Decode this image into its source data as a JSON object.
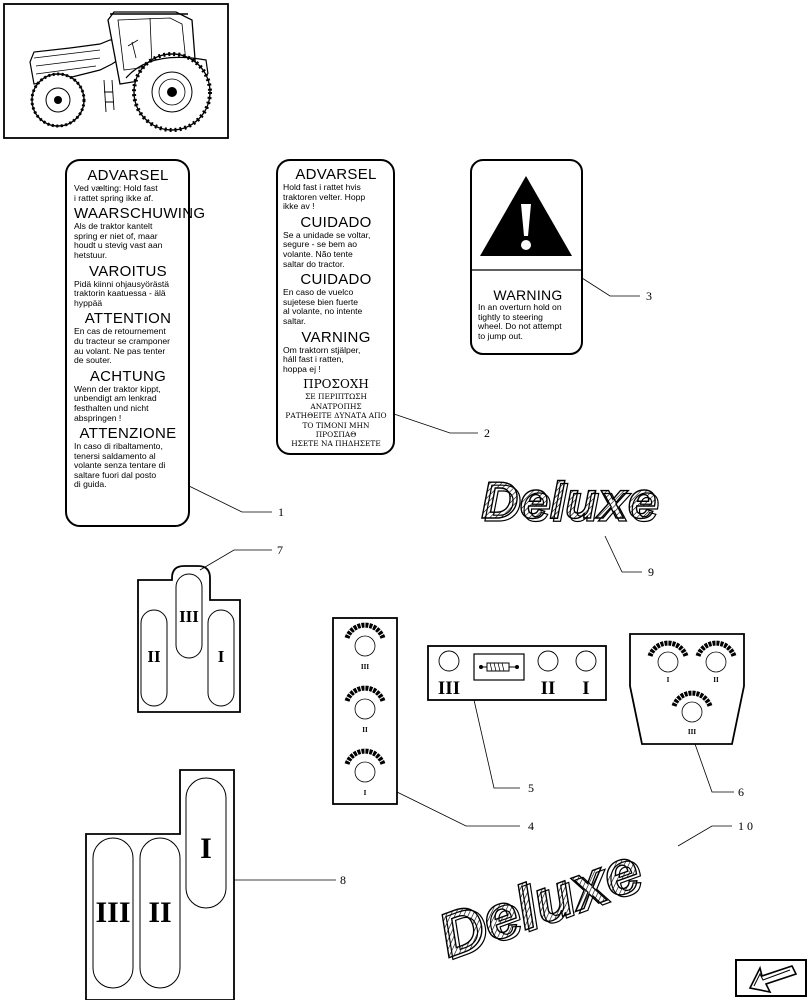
{
  "decal_1": {
    "blocks": [
      {
        "heading": "ADVARSEL",
        "body": "Ved vælting: Hold fast\ni rattet spring ikke af."
      },
      {
        "heading": "WAARSCHUWING",
        "body": "Als de traktor kantelt\nspring er niet of, maar\nhoudt u stevig vast aan\nhetstuur."
      },
      {
        "heading": "VAROITUS",
        "body": "Pidä kiinni ohjausyörästä\ntraktorin kaatuessa - älä\nhyppää"
      },
      {
        "heading": "ATTENTION",
        "body": "En cas de retournement\ndu tracteur se cramponer\nau volant. Ne pas tenter\nde souter."
      },
      {
        "heading": "ACHTUNG",
        "body": "Wenn der traktor kippt,\nunbendigt am lenkrad\nfesthalten und nicht\nabspringen !"
      },
      {
        "heading": "ATTENZIONE",
        "body": "In caso di ribaltamento,\ntenersi saldamento al\nvolante senza tentare di\nsaltare fuori dal posto\ndi guida."
      }
    ]
  },
  "decal_2": {
    "blocks": [
      {
        "heading": "ADVARSEL",
        "body": "Hold fast i rattet hvis\ntraktoren velter. Hopp\nikke av !"
      },
      {
        "heading": "CUIDADO",
        "body": "Se a unidade se voltar,\nsegure - se bem ao\nvolante. Não tente\nsaltar do tractor."
      },
      {
        "heading": "CUIDADO",
        "body": "En caso de vuelco\nsujetese bien fuerte\nal volante, no intente\nsaltar."
      },
      {
        "heading": "VARNING",
        "body": "Om traktorn stjälper,\nháll fast i ratten,\nhoppa ej !"
      }
    ],
    "greek_heading": "ΠΡΟΣΟΧΗ",
    "greek_body": "ΣΕ ΠΕΡΙΠΤΩΣΗ ΑΝΑΤΡΟΠΗΣ\nΡΑΤΗΘΕΙΤΕ ΔΥΝΑΤΑ ΑΠΟ\nΤΟ ΤΙΜΟΝΙ ΜΗΝ ΠΡΟΣΠΑΘ\nΗΣΕΤΕ ΝΑ ΠΗΔΗΣΕΤΕ"
  },
  "decal_3": {
    "heading": "WARNING",
    "body": "In an overturn hold on\ntightly to steering\nwheel. Do not attempt\nto jump out."
  },
  "deluxe_text": "Deluxe",
  "roman": {
    "one": "I",
    "two": "II",
    "three": "III"
  },
  "callouts": {
    "c1": "1",
    "c2": "2",
    "c3": "3",
    "c4": "4",
    "c5": "5",
    "c6": "6",
    "c7": "7",
    "c8": "8",
    "c9": "9",
    "c10": "1 0"
  },
  "icons": [
    "tractor-thumbnail",
    "warning-triangle-icon",
    "hydraulic-cylinder-icon",
    "next-page-arrow-icon"
  ]
}
